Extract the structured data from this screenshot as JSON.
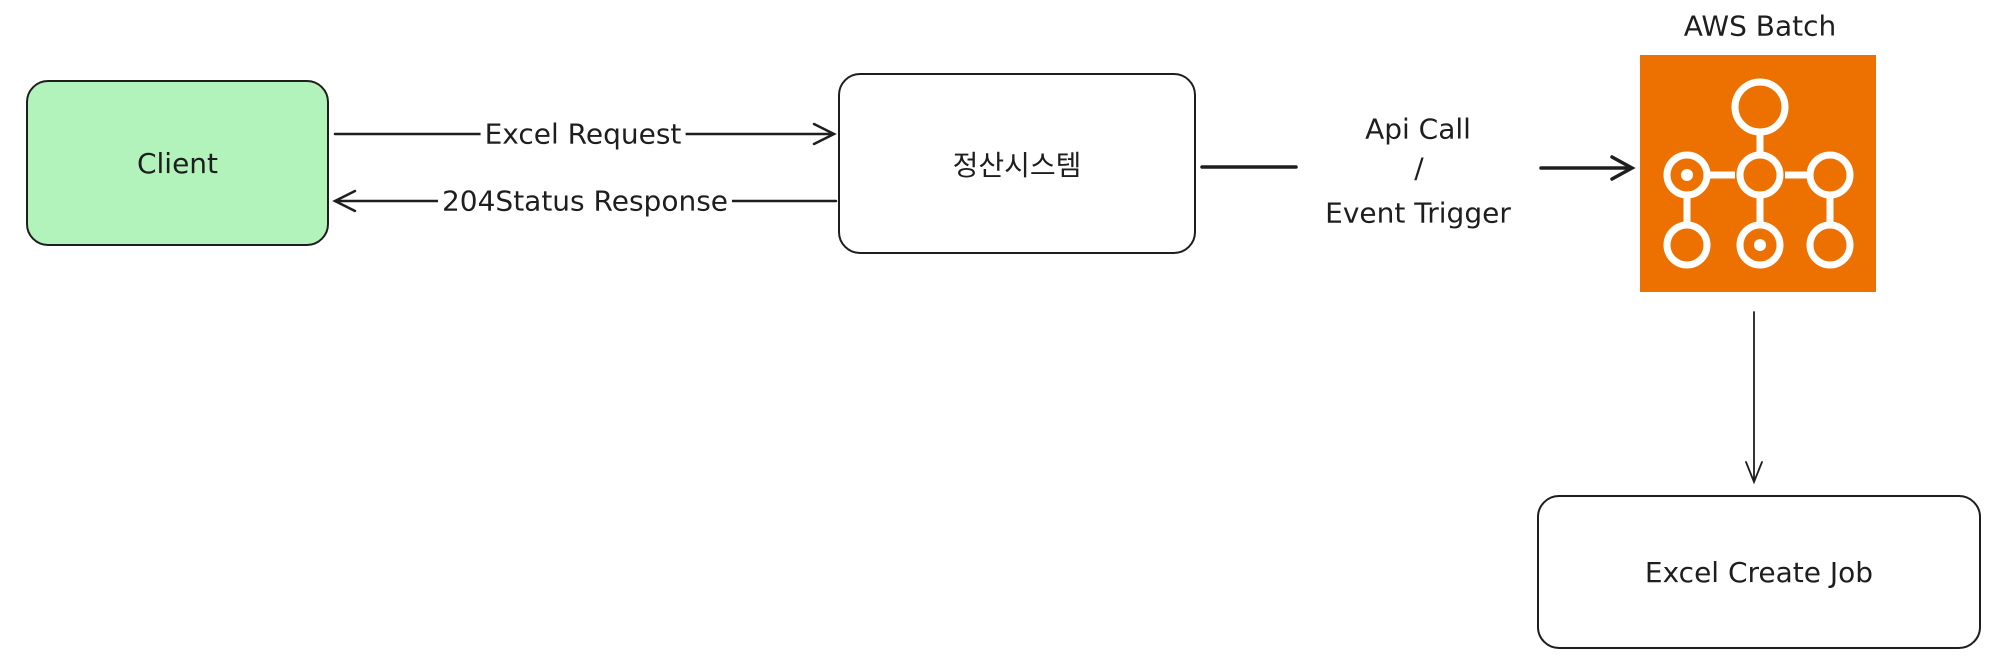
{
  "nodes": {
    "client": "Client",
    "settlement": "정산시스템",
    "aws_title": "AWS Batch",
    "job": "Excel Create Job"
  },
  "edges": {
    "request": "Excel Request",
    "response": "204Status Response",
    "api_call": "Api Call",
    "slash": "/",
    "event_trigger": "Event Trigger"
  },
  "colors": {
    "client_fill": "#b2f2bb",
    "aws_orange": "#ed7100",
    "stroke": "#1e1e1e"
  },
  "icons": {
    "aws": "aws-batch-icon"
  }
}
